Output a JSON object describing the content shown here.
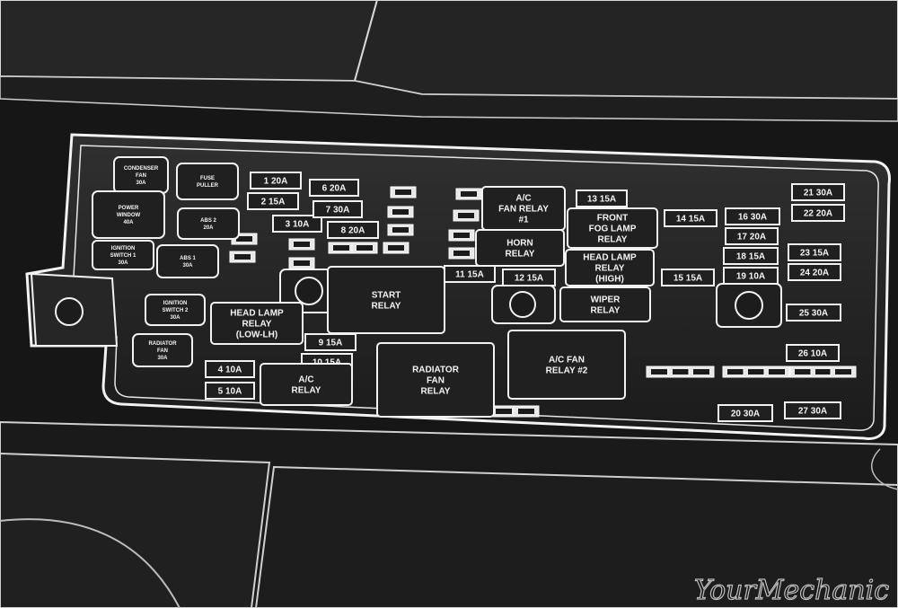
{
  "watermark": "YourMechanic",
  "fuse_box": {
    "left_fuses": [
      {
        "key": "condenser",
        "lines": [
          "CONDENSER",
          "FAN",
          "30A"
        ]
      },
      {
        "key": "fuse-puller",
        "lines": [
          "FUSE",
          "PULLER"
        ]
      },
      {
        "key": "power-window",
        "lines": [
          "POWER",
          "WINDOW",
          "40A"
        ]
      },
      {
        "key": "abs2",
        "lines": [
          "ABS 2",
          "20A"
        ]
      },
      {
        "key": "ignition1",
        "lines": [
          "IGNITION",
          "SWITCH 1",
          "30A"
        ]
      },
      {
        "key": "abs1",
        "lines": [
          "ABS 1",
          "30A"
        ]
      },
      {
        "key": "ignition2",
        "lines": [
          "IGNITION",
          "SWITCH 2",
          "30A"
        ]
      },
      {
        "key": "radiator-fan-fuse",
        "lines": [
          "RADIATOR",
          "FAN",
          "30A"
        ]
      }
    ],
    "fuses": [
      {
        "key": "f1",
        "label": "1  20A"
      },
      {
        "key": "f2",
        "label": "2  15A"
      },
      {
        "key": "f3",
        "label": "3  10A"
      },
      {
        "key": "f4",
        "label": "4  10A"
      },
      {
        "key": "f5",
        "label": "5  10A"
      },
      {
        "key": "f6",
        "label": "6  20A"
      },
      {
        "key": "f7",
        "label": "7  30A"
      },
      {
        "key": "f8",
        "label": "8  20A"
      },
      {
        "key": "f9",
        "label": "9  15A"
      },
      {
        "key": "f10",
        "label": "10  15A"
      },
      {
        "key": "f11",
        "label": "11  15A"
      },
      {
        "key": "f12",
        "label": "12  15A"
      },
      {
        "key": "f13",
        "label": "13  15A"
      },
      {
        "key": "f14",
        "label": "14  15A"
      },
      {
        "key": "f15",
        "label": "15  15A"
      },
      {
        "key": "f16",
        "label": "16  30A"
      },
      {
        "key": "f17",
        "label": "17  20A"
      },
      {
        "key": "f18",
        "label": "18  15A"
      },
      {
        "key": "f19",
        "label": "19  10A"
      },
      {
        "key": "f20",
        "label": "20  30A"
      },
      {
        "key": "f21",
        "label": "21  30A"
      },
      {
        "key": "f22",
        "label": "22  20A"
      },
      {
        "key": "f23",
        "label": "23  15A"
      },
      {
        "key": "f24",
        "label": "24  20A"
      },
      {
        "key": "f25",
        "label": "25  30A"
      },
      {
        "key": "f26",
        "label": "26  10A"
      },
      {
        "key": "f27",
        "label": "27  30A"
      }
    ],
    "relays": [
      {
        "key": "ac-fan-relay-1",
        "lines": [
          "A/C",
          "FAN RELAY",
          "#1"
        ]
      },
      {
        "key": "horn-relay",
        "lines": [
          "HORN",
          "RELAY"
        ]
      },
      {
        "key": "front-fog-lamp-relay",
        "lines": [
          "FRONT",
          "FOG LAMP",
          "RELAY"
        ]
      },
      {
        "key": "head-lamp-relay-high",
        "lines": [
          "HEAD LAMP",
          "RELAY",
          "(HIGH)"
        ]
      },
      {
        "key": "wiper-relay",
        "lines": [
          "WIPER",
          "RELAY"
        ]
      },
      {
        "key": "start-relay",
        "lines": [
          "START",
          "RELAY"
        ]
      },
      {
        "key": "head-lamp-relay-low",
        "lines": [
          "HEAD LAMP",
          "RELAY",
          "(LOW-LH)"
        ]
      },
      {
        "key": "ac-relay",
        "lines": [
          "A/C",
          "RELAY"
        ]
      },
      {
        "key": "radiator-fan-relay",
        "lines": [
          "RADIATOR",
          "FAN",
          "RELAY"
        ]
      },
      {
        "key": "ac-fan-relay-2",
        "lines": [
          "A/C FAN",
          "RELAY #2"
        ]
      }
    ]
  }
}
